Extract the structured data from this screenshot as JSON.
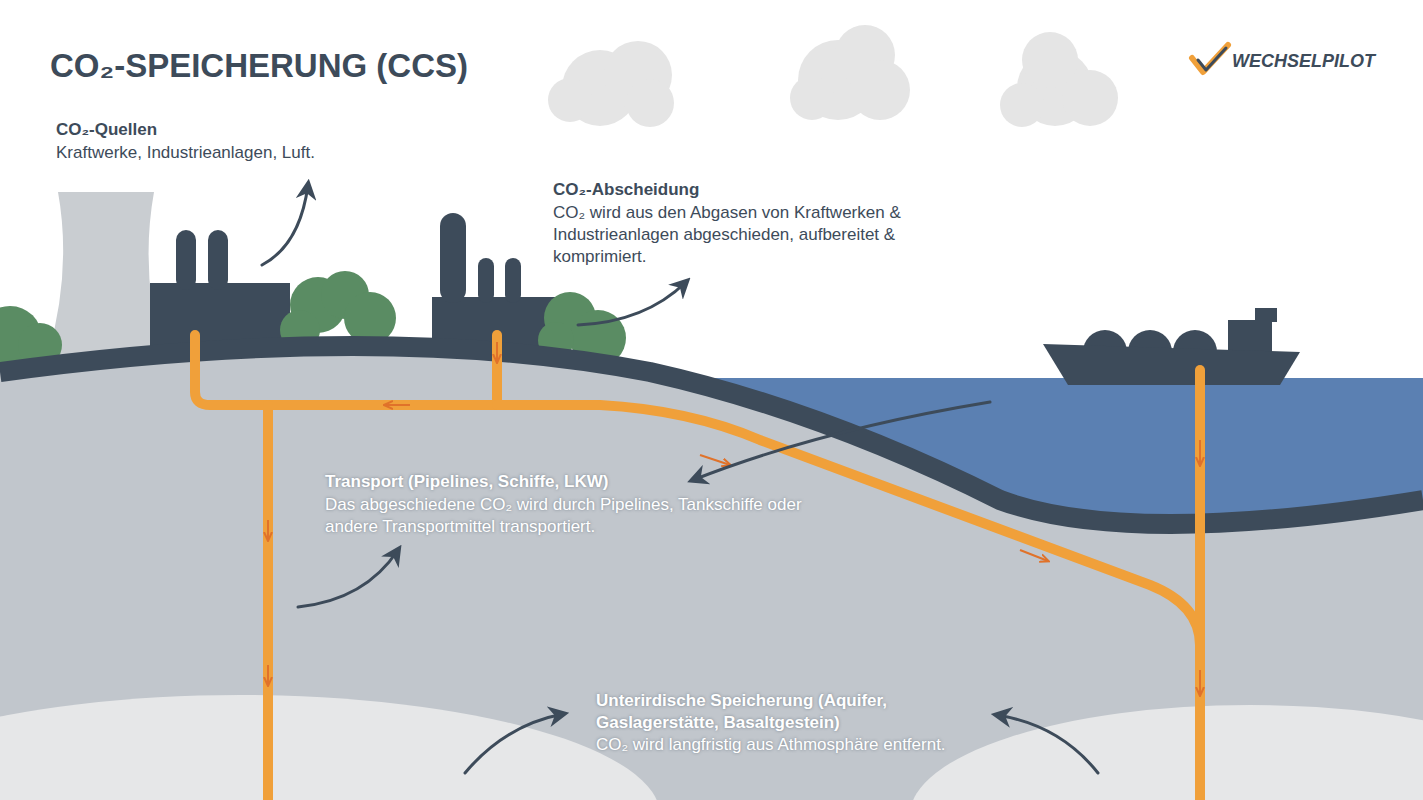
{
  "diagram": {
    "title": "CO₂-SPEICHERUNG (CCS)",
    "labels": [
      "WECHSELPILOT",
      "CO₂-Quellen",
      "Kraftwerke, Industrieanlagen, Luft.",
      "CO₂-Abscheidung",
      "CO₂ wird aus den Abgasen von Kraftwerken & Industrieanlagen abgeschieden, aufbereitet & komprimiert.",
      "Transport (Pipelines, Schiffe, LKW)",
      "Das abgeschiedene CO₂ wird durch Pipelines, Tankschiffe oder andere Transportmittel transportiert.",
      "Unterirdische Speicherung (Aquifer, Gaslagerstätte, Basaltgestein)",
      "CO₂ wird langfristig aus Athmosphäre entfernt."
    ]
  }
}
